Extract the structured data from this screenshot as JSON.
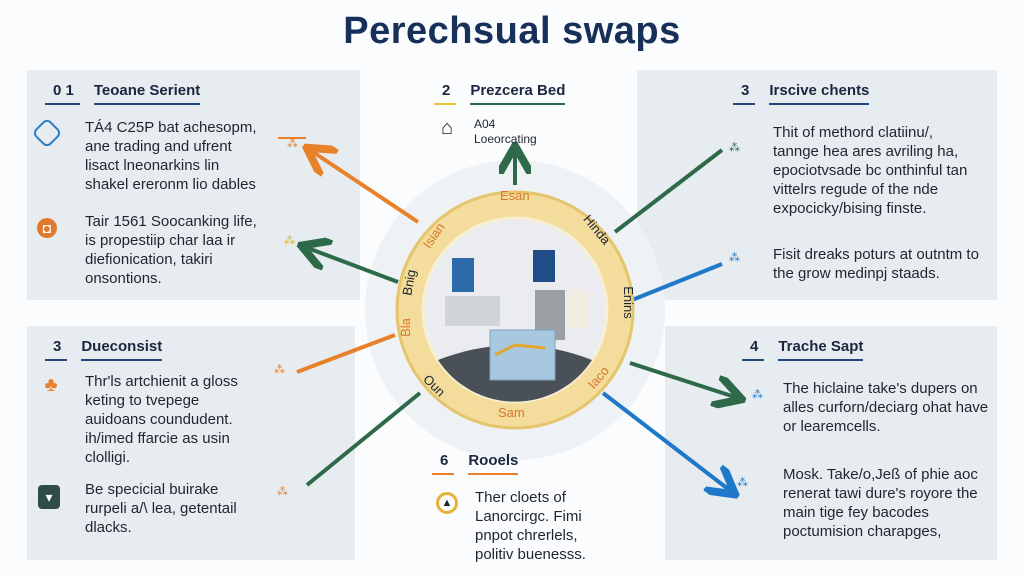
{
  "title": "Perechsual swaps",
  "sections": {
    "s1": {
      "num": "0 1",
      "heading": "Teoane Serient",
      "items": [
        "TÁ4 C25P bat achesopm, ane trading and ufrent lisact lneonarkins lin shakel ereronm lio dables",
        "Tair 1561 Soocanking life, is propestiip char laa ir diefionication, takiri onsontions."
      ]
    },
    "s2": {
      "num": "2",
      "heading": "Prezcera Bed",
      "items": [
        "A04 Loeorcating"
      ]
    },
    "s3": {
      "num": "3",
      "heading": "Irscive chents",
      "items": [
        "Thit of methord clatiinu/, tannge hea ares avriling ha, epociotvsade bc onthinful tan vittelrs regude of the nde expocicky/bising finste.",
        "Fisit dreaks poturs at outntm to the grow medinpj staads."
      ]
    },
    "s4": {
      "num": "3",
      "heading": "Dueconsist",
      "items": [
        "Thr'ls artchienit a gloss keting to tvepege auidoans coundudent. ih/imed ffarcie as usin clolligi.",
        "Be specicial buirake rurpeli a/\\ lea, getentail dlacks."
      ]
    },
    "s5": {
      "num": "4",
      "heading": "Trache Sapt",
      "items": [
        "The hiclaine take's dupers on alles curforn/deciarg ohat have or learemcells.",
        "Mosk. Take/o,Jeß of phie aoc renerat tawi dure's royore the main tige fey bacodes poctumision charapges,"
      ]
    },
    "s6": {
      "num": "6",
      "heading": "Rooels",
      "items": [
        "Ther cloets of Lanorcirgc. Fimi pnpot chrerlels, politiv buenesss."
      ]
    },
    "ring_labels": [
      "Esan",
      "Hinda",
      "Enins",
      "Iaco",
      "Sam",
      "Oun",
      "Bla",
      "Bnig",
      "Isian"
    ],
    "colors": {
      "navy": "#16305a",
      "orange": "#e8812a",
      "green": "#2e6a4a",
      "blue": "#1f78c8",
      "ring": "#f4dc9c"
    }
  }
}
